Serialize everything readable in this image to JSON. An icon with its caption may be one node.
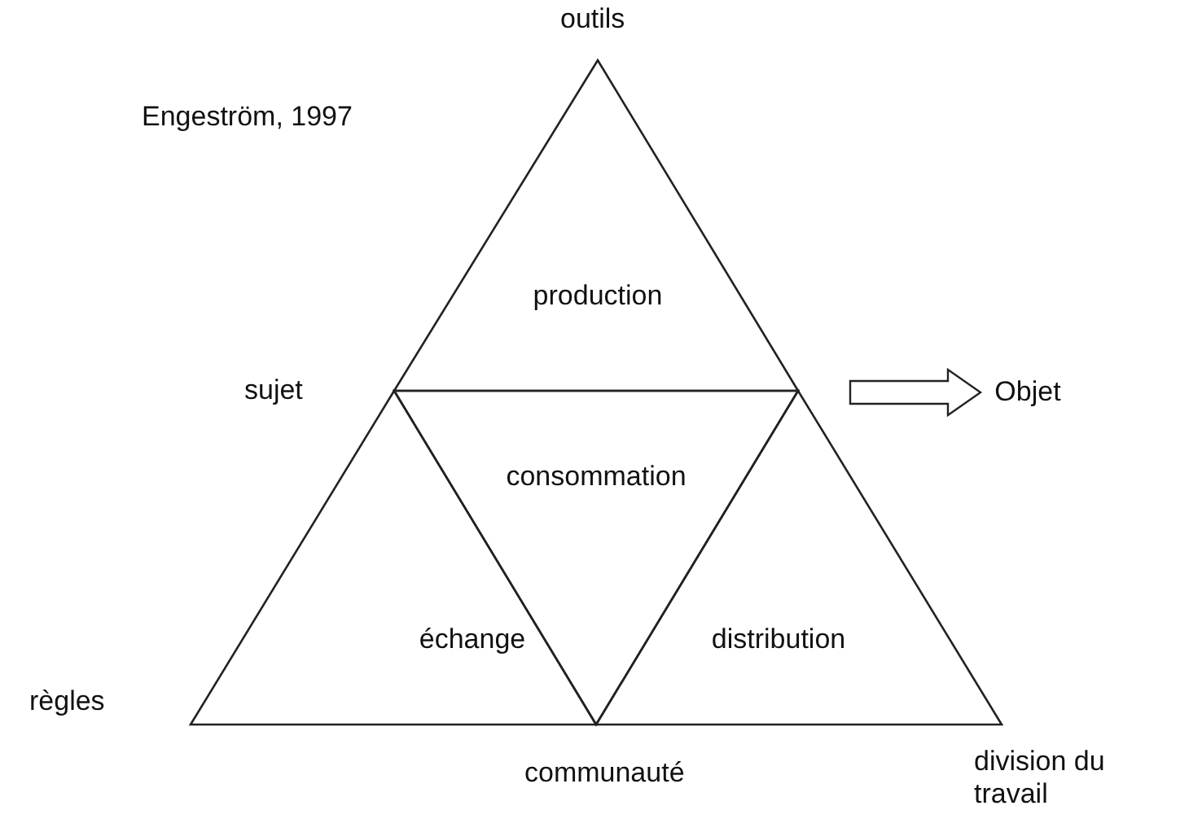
{
  "diagram": {
    "nodes": [
      {
        "text": [
          "production"
        ]
      },
      {
        "text": [
          "consommation"
        ]
      },
      {
        "text": [
          "échange"
        ]
      },
      {
        "text": [
          "distribution"
        ]
      },
      {
        "text": [
          "Objet"
        ]
      }
    ],
    "edges": [
      {
        "from": null,
        "to": 4,
        "arrow": "to"
      }
    ],
    "labels": [
      "outils",
      "Engeström, 1997",
      "sujet",
      "règles",
      "communauté",
      "division du travail"
    ]
  }
}
